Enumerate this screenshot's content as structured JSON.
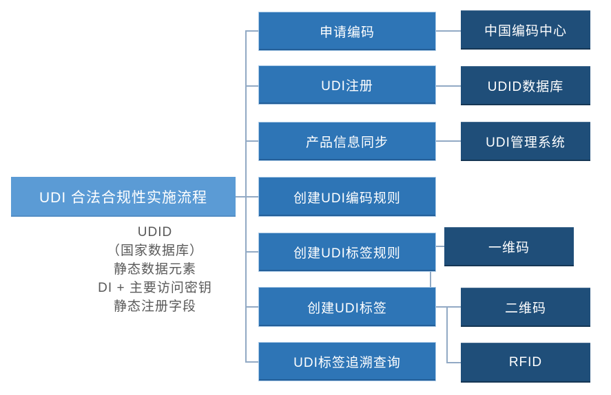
{
  "diagram": {
    "root": {
      "label": "UDI 合法合规性实施流程"
    },
    "description_lines": [
      "UDID",
      "（国家数据库）",
      "静态数据元素",
      "DI + 主要访问密钥",
      "静态注册字段"
    ],
    "steps": [
      {
        "label": "申请编码"
      },
      {
        "label": "UDI注册"
      },
      {
        "label": "产品信息同步"
      },
      {
        "label": "创建UDI编码规则"
      },
      {
        "label": "创建UDI标签规则"
      },
      {
        "label": "创建UDI标签"
      },
      {
        "label": "UDI标签追溯查询"
      }
    ],
    "systems": [
      {
        "label": "中国编码中心"
      },
      {
        "label": "UDID数据库"
      },
      {
        "label": "UDI管理系统"
      },
      {
        "label": "一维码"
      },
      {
        "label": "二维码"
      },
      {
        "label": "RFID"
      }
    ],
    "colors": {
      "background": "#ffffff",
      "root_fill": "#5b9bd5",
      "step_fill": "#2e75b6",
      "system_fill": "#1f4e79",
      "connector": "#91a9c4",
      "box_text": "#ffffff",
      "description_text": "#595959"
    }
  }
}
